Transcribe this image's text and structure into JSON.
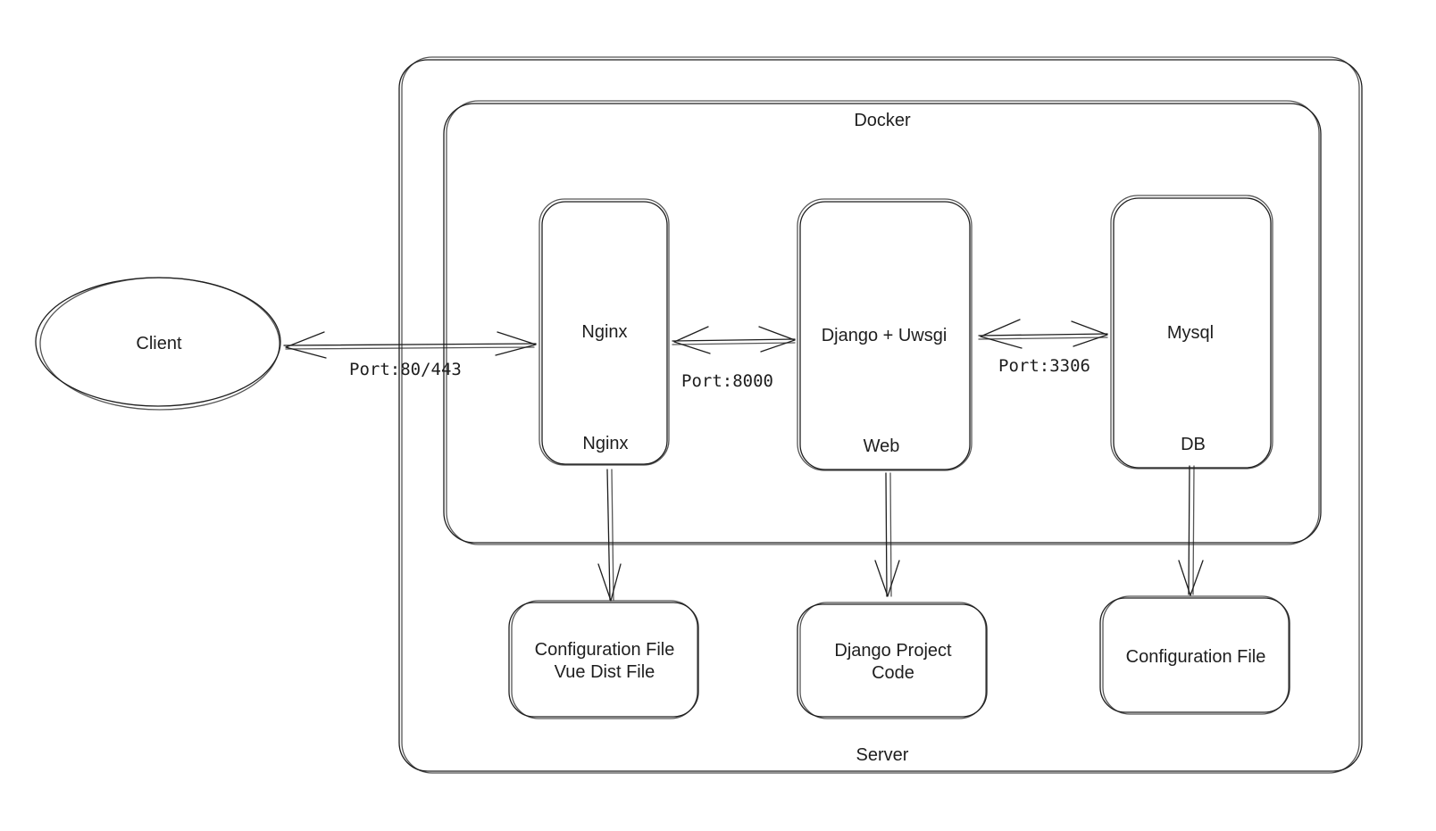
{
  "colors": {
    "stroke": "#1e1e1e",
    "background": "#ffffff"
  },
  "client": {
    "label": "Client"
  },
  "server": {
    "label": "Server"
  },
  "docker": {
    "label": "Docker"
  },
  "containers": {
    "nginx": {
      "label": "Nginx",
      "sublabel": "Nginx"
    },
    "web": {
      "label": "Django + Uwsgi",
      "sublabel": "Web"
    },
    "db": {
      "label": "Mysql",
      "sublabel": "DB"
    }
  },
  "volumes": {
    "nginx": {
      "line1": "Configuration File",
      "line2": "Vue Dist File"
    },
    "web": {
      "line1": "Django Project",
      "line2": "Code"
    },
    "db": {
      "line1": "Configuration File"
    }
  },
  "ports": {
    "client_nginx": "Port:80/443",
    "nginx_web": "Port:8000",
    "web_db": "Port:3306"
  }
}
